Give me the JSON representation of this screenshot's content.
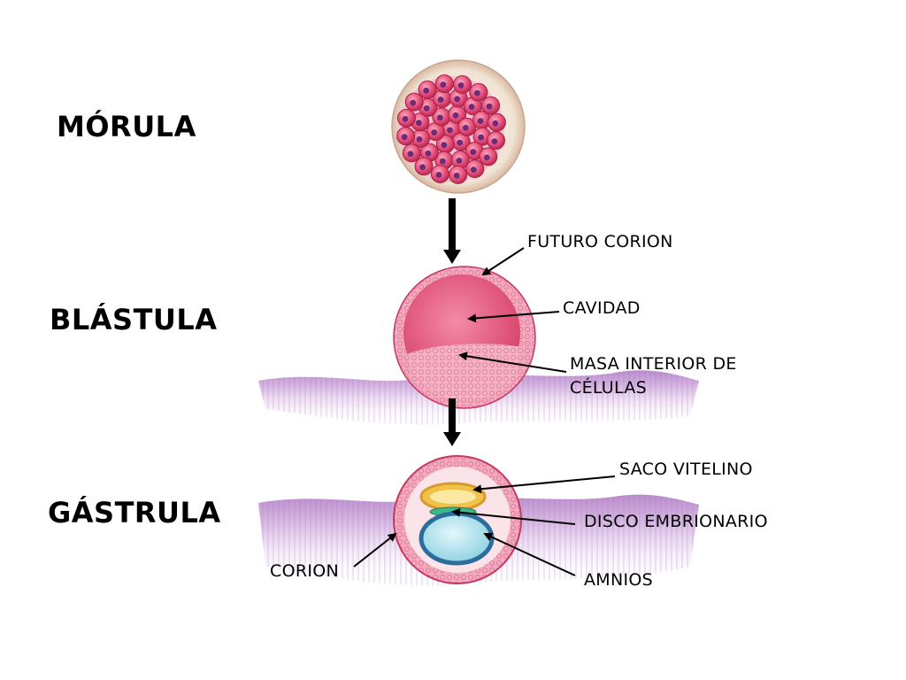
{
  "stages": {
    "morula": "MÓRULA",
    "blastula": "BLÁSTULA",
    "gastrula": "GÁSTRULA"
  },
  "labels": {
    "futuro_corion": "FUTURO CORION",
    "cavidad": "CAVIDAD",
    "masa_interior_line1": "MASA INTERIOR DE",
    "masa_interior_line2": "CÉLULAS",
    "saco_vitelino": "SACO VITELINO",
    "disco_embrionario": "DISCO EMBRIONARIO",
    "amnios": "AMNIOS",
    "corion": "CORION"
  },
  "colors": {
    "cell_pink": "#e8517a",
    "cell_light": "#f6a8bd",
    "nucleus": "#6a2b7a",
    "zona": "#f2e6d8",
    "tissue": "#c9a2d6",
    "yolk_sac": "#f3d36b",
    "amnion": "#aee3ef",
    "embryonic_disc": "#3fb58a"
  }
}
